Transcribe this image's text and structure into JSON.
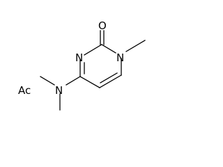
{
  "molecule": {
    "atoms": {
      "oxygen": "O",
      "n_ring_top": "N",
      "n_ring_right": "N",
      "n_amide": "N",
      "acetyl": "Ac"
    },
    "colors": {
      "bond": "#000000",
      "label": "#000000",
      "background": "#ffffff"
    }
  }
}
